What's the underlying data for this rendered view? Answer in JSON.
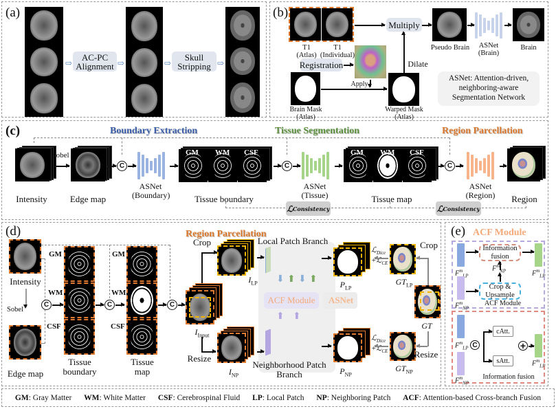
{
  "panels": {
    "a": {
      "label": "(a)",
      "steps": [
        "AC-PC\nAlignment",
        "Skull\nStripping"
      ]
    },
    "b": {
      "label": "(b)",
      "t1_atlas": "T1\n(Atlas)",
      "t1_individual": "T1\n(Individual)",
      "multiply": "Multiply",
      "pseudo_brain": "Pseudo Brain",
      "asnet_brain": "ASNet\n(Brain)",
      "brain": "Brain",
      "registration": "Registration",
      "dilate": "Dilate",
      "apply": "Apply",
      "brain_mask": "Brain Mask\n(Atlas)",
      "warped_mask": "Warped Mask\n(Atlas)",
      "asnet_note": "ASNet: Attention-driven,\nneighboring-aware\nSegmentation Network"
    },
    "c": {
      "label": "(c)",
      "boundary_extraction": "Boundary Extraction",
      "tissue_segmentation": "Tissue Segmentation",
      "region_parcellation": "Region Parcellation",
      "intensity": "Intensity",
      "sobel": "Sobel",
      "edge_map": "Edge map",
      "asnet_boundary": "ASNet\n(Boundary)",
      "tissue_boundary": "Tissue boundary",
      "asnet_tissue": "ASNet\n(Tissue)",
      "tissue_map": "Tissue map",
      "asnet_region": "ASNet\n(Region)",
      "region": "Region",
      "tags": [
        "GM",
        "WM",
        "CSF"
      ],
      "consistency": "Consistency",
      "concat_symbol": "C"
    },
    "d": {
      "label": "(d)",
      "region_parcellation": "Region Parcellation",
      "intensity": "Intensity",
      "sobel": "Sobel",
      "edge_map": "Edge map",
      "tissue_boundary": "Tissue\nboundary",
      "tissue_map": "Tissue\nmap",
      "tags": [
        "GM",
        "WM",
        "CSF"
      ],
      "crop": "Crop",
      "resize": "Resize",
      "local_patch_branch": "Local Patch Branch",
      "neighborhood_patch_branch": "Neighborhood Patch\nBranch",
      "acf_module": "ACF Module",
      "asnet": "ASNet",
      "i_input": "I",
      "i_input_sub": "Input",
      "i_lp": "I",
      "i_lp_sub": "LP",
      "i_np": "I",
      "i_np_sub": "NP",
      "p_lp": "P",
      "p_lp_sub": "LP",
      "p_np": "P",
      "p_np_sub": "NP",
      "gt_lp": "GT",
      "gt_lp_sub": "LP",
      "gt_np": "GT",
      "gt_np_sub": "NP",
      "gt": "GT",
      "loss_dice": "Dice",
      "loss_ce": "CE",
      "crop_right": "Crop",
      "resize_right": "Resize"
    },
    "e": {
      "label": "(e)",
      "title": "ACF Module",
      "information_fusion": "Information\nfusion",
      "crop_upsample": "Crop &\nUpsample",
      "acf_module_caption": "ACF Module",
      "f_lp": "F",
      "f_np": "F",
      "sup_m": "m",
      "sub_lp": "LP",
      "sub_np": "NP",
      "catt": "cAtt.",
      "satt": "sAtt.",
      "info_fusion_caption": "Information fusion",
      "concat_symbol": "C",
      "add_symbol": "+"
    }
  },
  "legend": [
    {
      "abbr": "GM",
      "text": ": Gray Matter"
    },
    {
      "abbr": "WM",
      "text": ": White Matter"
    },
    {
      "abbr": "CSF",
      "text": ": Cerebrospinal Fluid"
    },
    {
      "abbr": "LP",
      "text": ": Local Patch"
    },
    {
      "abbr": "NP",
      "text": ": Neighboring Patch"
    },
    {
      "abbr": "ACF",
      "text": ": Attention-based Cross-branch Fusion"
    }
  ],
  "colors": {
    "boundary": "#3b5ea8",
    "tissue": "#5a8f3c",
    "region": "#d9782d",
    "acf": "#f5a878",
    "net_blue": "#9bb3e0",
    "net_green": "#a6d58a",
    "net_orange": "#f7b38a",
    "net_purple": "#b3a6e0",
    "loss_bg": "#cfcfcf"
  }
}
